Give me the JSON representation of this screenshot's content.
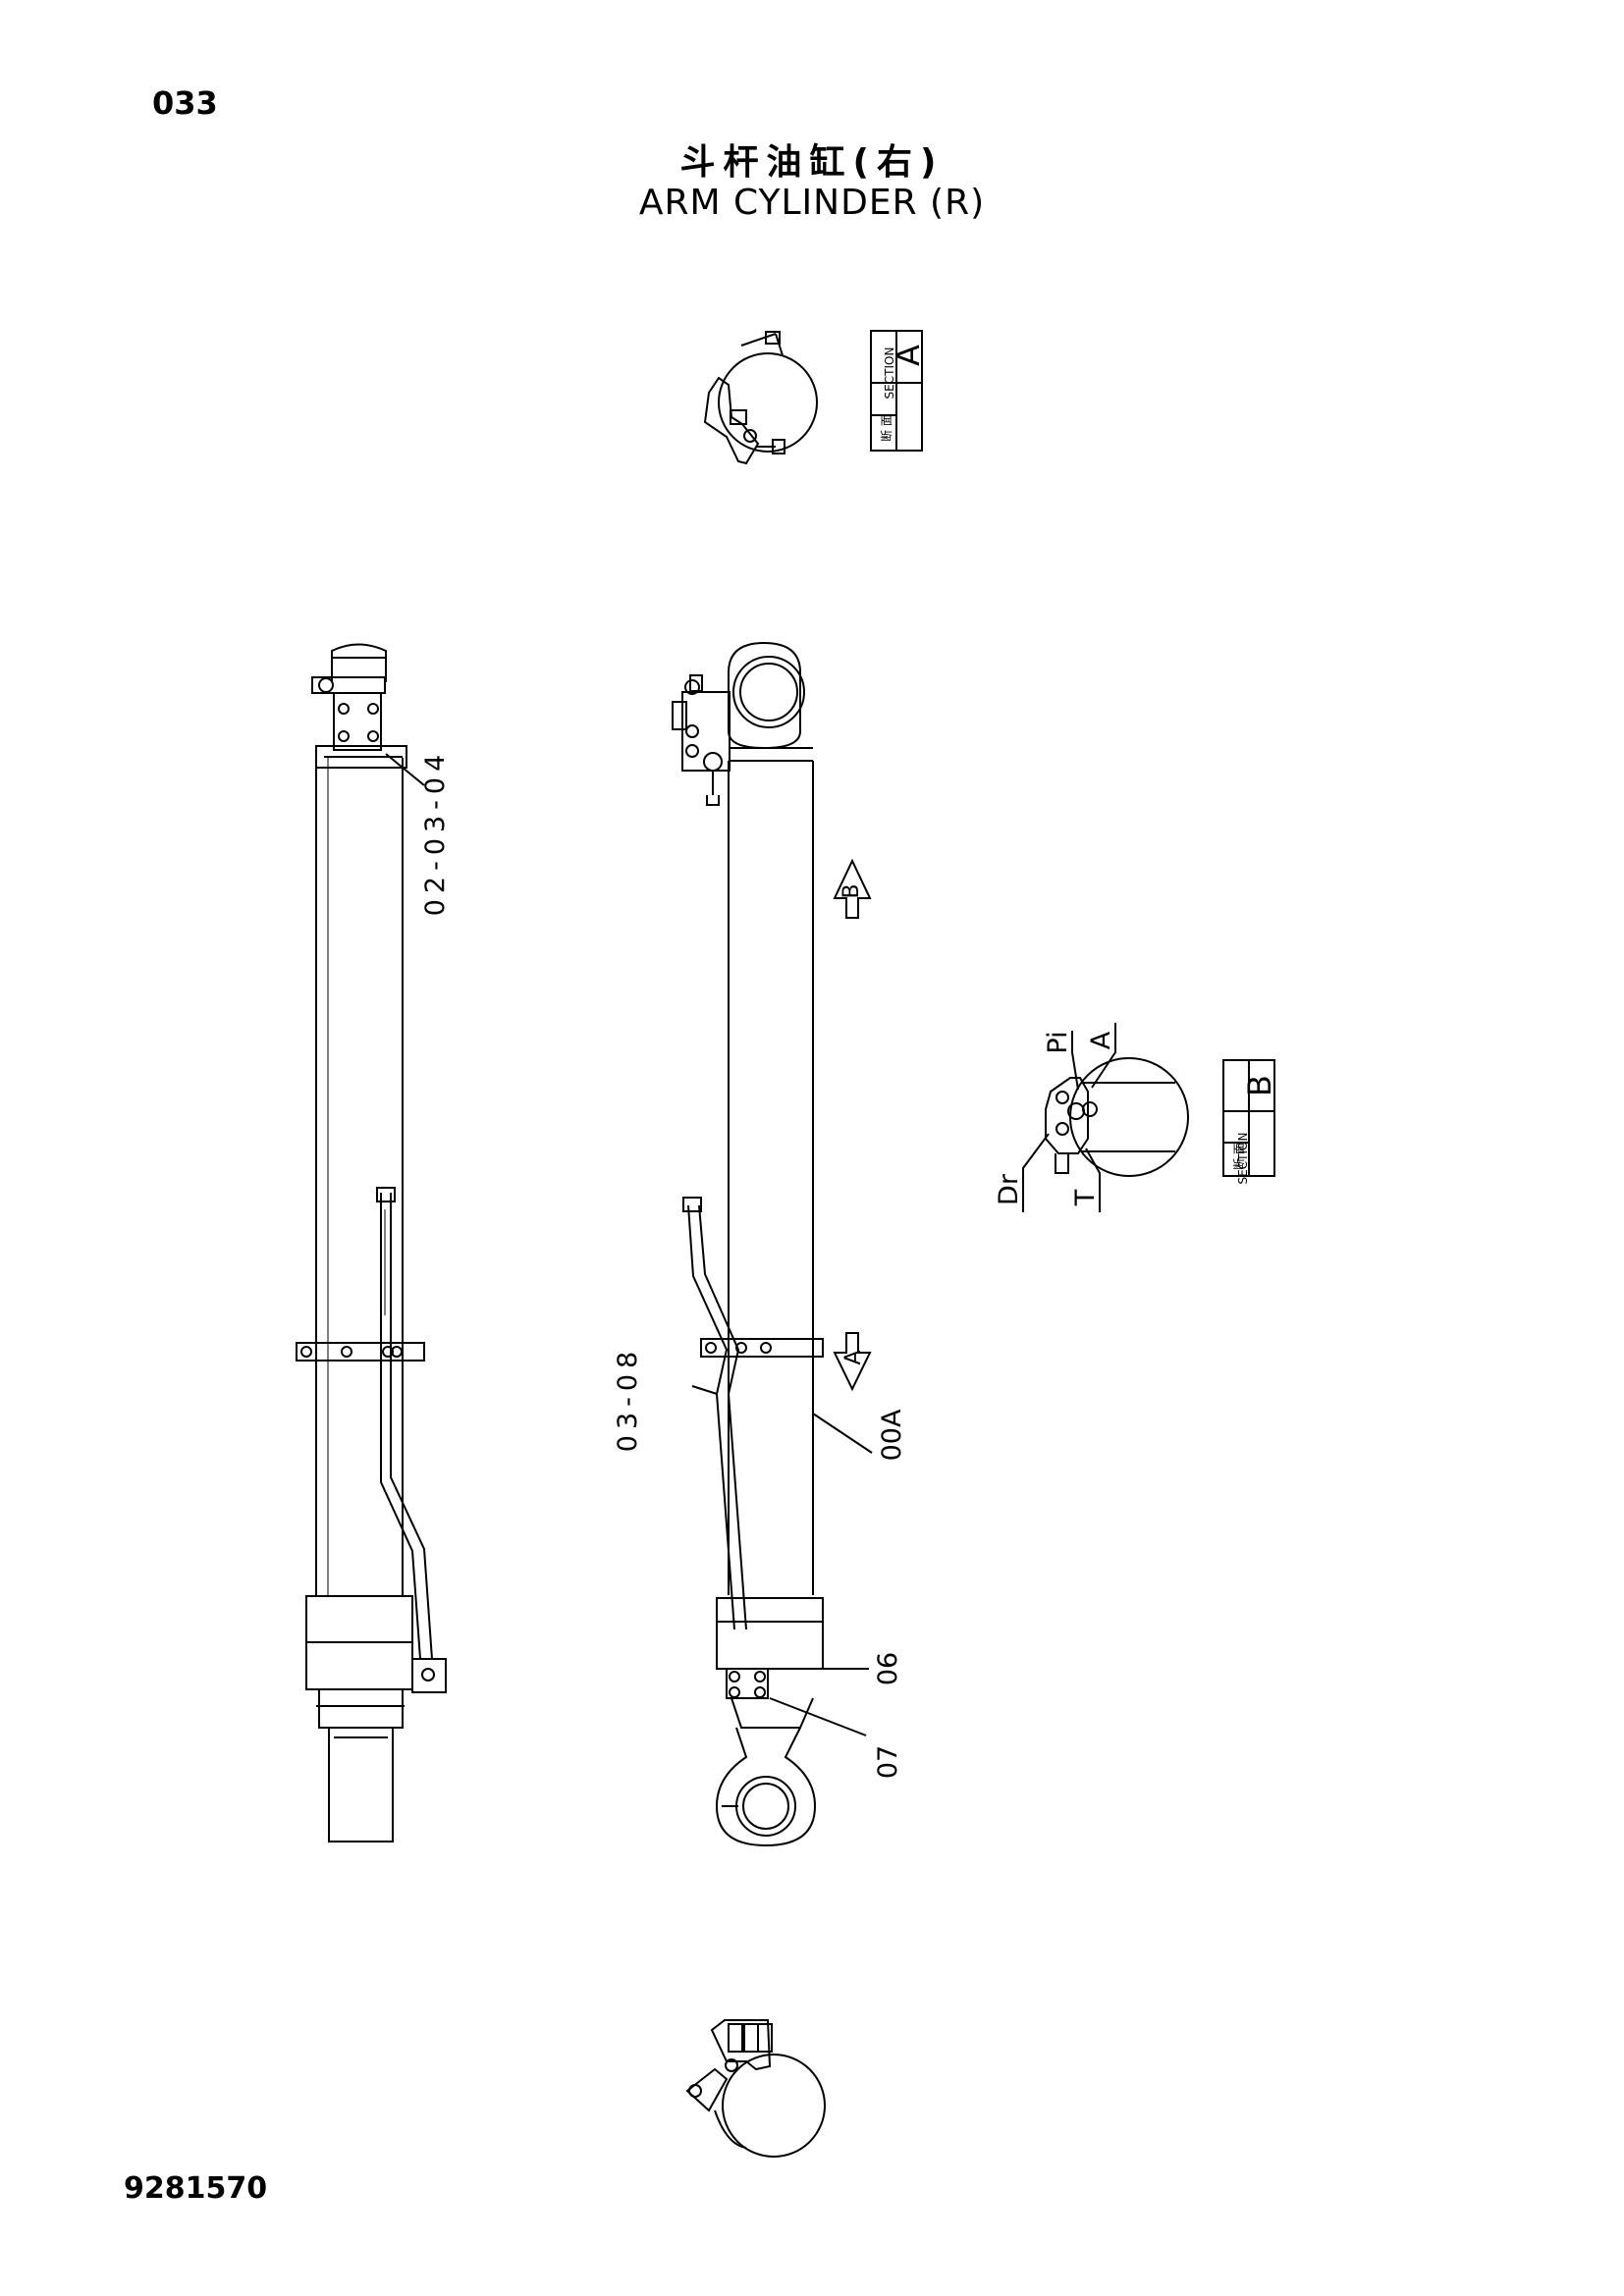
{
  "page_number": "033",
  "title": {
    "chinese": "斗杆油缸(右)",
    "english": "ARM CYLINDER (R)"
  },
  "drawing_number": "9281570",
  "section_boxes": [
    {
      "letter": "A",
      "chinese": "断 面",
      "english": "SECTION"
    },
    {
      "letter": "B",
      "chinese": "断 面",
      "english": "SECTION"
    }
  ],
  "section_arrows": {
    "b": "B",
    "a": "A"
  },
  "callouts": {
    "c_020304": "02-03-04",
    "c_0308": "03-08",
    "c_00A": "00A",
    "c_06": "06",
    "c_07": "07"
  },
  "port_labels": {
    "pi": "Pi",
    "a": "A",
    "dr": "Dr",
    "t": "T"
  }
}
